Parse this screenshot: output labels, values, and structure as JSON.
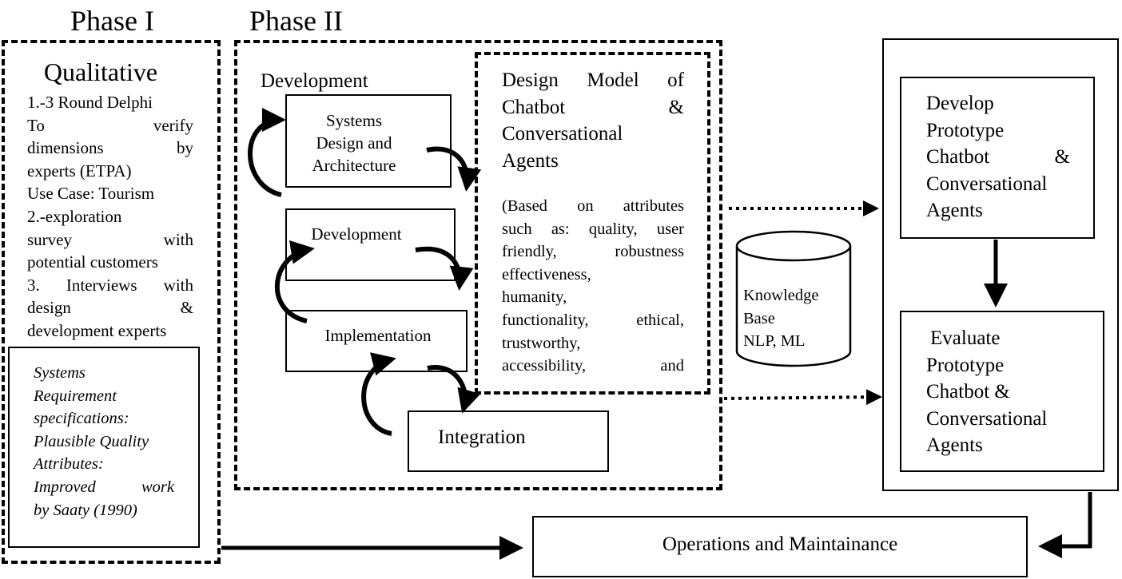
{
  "phase1": {
    "title": "Phase I",
    "heading": "Qualitative",
    "lines": [
      "1.-3 Round Delphi",
      "To verify",
      "dimensions by",
      "experts (ETPA)",
      "Use Case: Tourism",
      "2.-exploration",
      "survey with",
      "potential customers",
      "3. Interviews with",
      "design &",
      "development experts"
    ],
    "spec_lines": [
      "Systems",
      "Requirement",
      "specifications:",
      "Plausible Quality",
      "Attributes:",
      "Improved work",
      "by Saaty (1990)"
    ]
  },
  "phase2": {
    "title": "Phase II",
    "development_label": "Development",
    "systems_design": [
      "Systems",
      "Design and",
      "Architecture"
    ],
    "development": "Development",
    "implementation": "Implementation",
    "integration": "Integration",
    "design_model": {
      "title_lines": [
        "Design Model of",
        "Chatbot &",
        "Conversational",
        "Agents"
      ],
      "body_lines": [
        "(Based on attributes",
        "such as: quality, user",
        "friendly, robustness",
        "effectiveness,",
        "humanity,",
        "functionality, ethical,",
        "trustworthy,",
        "accessibility, and"
      ]
    }
  },
  "knowledge_base": [
    "Knowledge",
    "Base",
    "NLP, ML"
  ],
  "develop_prototype": [
    "Develop",
    "Prototype",
    "Chatbot &",
    "Conversational",
    "Agents"
  ],
  "evaluate_prototype": [
    "Evaluate",
    "Prototype",
    "Chatbot &",
    "Conversational",
    "Agents"
  ],
  "operations": "Operations and Maintainance"
}
